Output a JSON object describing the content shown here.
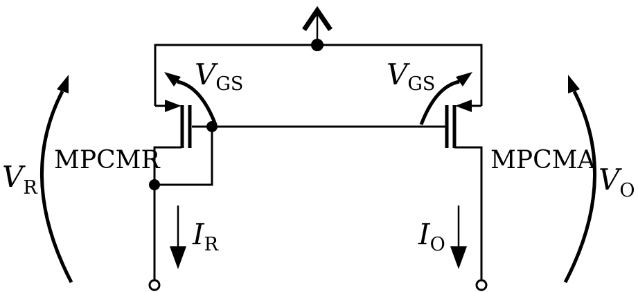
{
  "diagram": {
    "kind": "circuit-schematic",
    "colors": {
      "line": "#000000",
      "background": "#ffffff"
    },
    "transistors": {
      "left": {
        "name": "MPCMR"
      },
      "right": {
        "name": "MPCMA"
      }
    },
    "labels": {
      "vgs_left": {
        "main": "V",
        "sub": "GS"
      },
      "vgs_right": {
        "main": "V",
        "sub": "GS"
      },
      "v_r": {
        "main": "V",
        "sub": "R"
      },
      "v_o": {
        "main": "V",
        "sub": "O"
      },
      "i_r": {
        "main": "I",
        "sub": "R"
      },
      "i_o": {
        "main": "I",
        "sub": "O"
      }
    },
    "icons": {
      "supply_arrow": "up-arrow",
      "left_terminal": "open-circle-terminal",
      "right_terminal": "open-circle-terminal"
    }
  }
}
